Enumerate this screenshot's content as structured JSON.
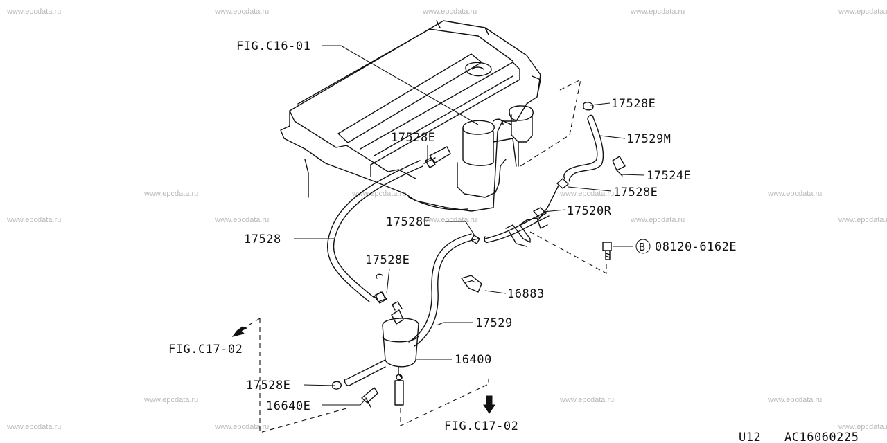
{
  "watermarks": [
    "www.epcdata.ru",
    "www.epcdata.ru",
    "www.epcdata.ru",
    "www.epcdata.ru",
    "www.epcdata.ru",
    "www.epcdata.ru",
    "www.epcdata.ru",
    "www.epcdata.ru",
    "www.epcdata.ru",
    "www.epcdata.ru",
    "www.epcdata.ru",
    "www.epcdata.ru",
    "www.epcdata.ru",
    "www.epcdata.ru",
    "www.epcdata.ru",
    "www.epcdata.ru",
    "www.epcdata.ru",
    "www.epcdata.ru",
    "www.epcdata.ru",
    "www.epcdata.ru"
  ],
  "labels": {
    "fig_c16_01": "FIG.C16-01",
    "p17528e_top_right": "17528E",
    "p17529m": "17529M",
    "p17524e": "17524E",
    "p17528e_mid_right": "17528E",
    "p17520r": "17520R",
    "bolt_symbol": "B",
    "p08120_6162e": "08120-6162E",
    "p17528e_engine": "17528E",
    "p17528": "17528",
    "p17528e_center": "17528E",
    "p17528e_filter": "17528E",
    "p16883": "16883",
    "p17529": "17529",
    "p16400": "16400",
    "fig_c17_02_left": "FIG.C17-02",
    "p17528e_bottom": "17528E",
    "p16640e": "16640E",
    "fig_c17_02_bottom": "FIG.C17-02",
    "page_code": "U12",
    "diagram_code": "AC16060225"
  }
}
